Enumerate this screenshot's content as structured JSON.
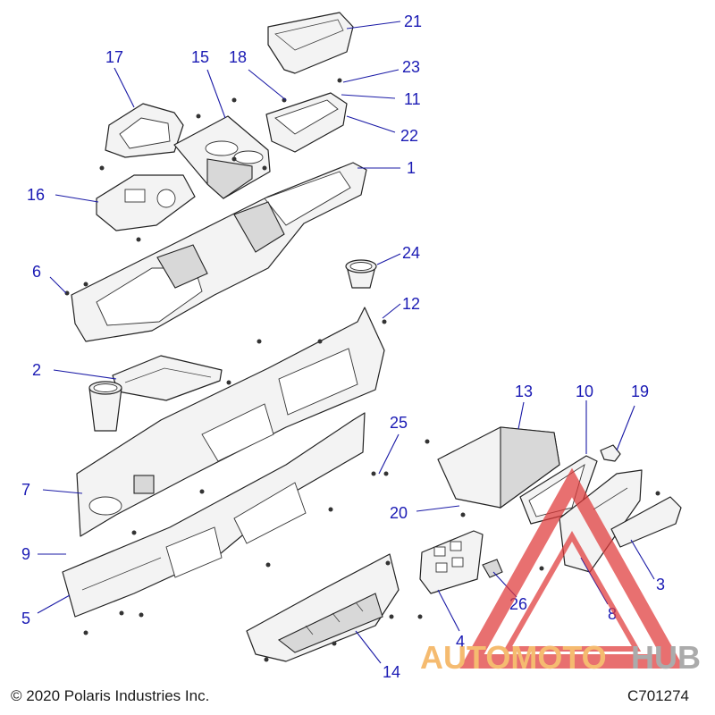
{
  "callouts": [
    {
      "num": "1"
    },
    {
      "num": "2"
    },
    {
      "num": "3"
    },
    {
      "num": "4"
    },
    {
      "num": "5"
    },
    {
      "num": "6"
    },
    {
      "num": "7"
    },
    {
      "num": "8"
    },
    {
      "num": "9"
    },
    {
      "num": "10"
    },
    {
      "num": "11"
    },
    {
      "num": "12"
    },
    {
      "num": "13"
    },
    {
      "num": "14"
    },
    {
      "num": "15"
    },
    {
      "num": "16"
    },
    {
      "num": "17"
    },
    {
      "num": "18"
    },
    {
      "num": "19"
    },
    {
      "num": "20"
    },
    {
      "num": "21"
    },
    {
      "num": "22"
    },
    {
      "num": "23"
    },
    {
      "num": "24"
    },
    {
      "num": "25"
    },
    {
      "num": "26"
    }
  ],
  "footer": {
    "copyright": "© 2020 Polaris Industries Inc.",
    "code": "C701274"
  },
  "watermark": {
    "word_orange": "AUTOMOTO",
    "word_gray": "HUB",
    "colors": {
      "triangle": "#e03a3a",
      "orange": "#f2a23a",
      "gray": "#8c8c8c"
    }
  },
  "colors": {
    "callout": "#1a1ab4",
    "leader": "#1a1aa6"
  }
}
